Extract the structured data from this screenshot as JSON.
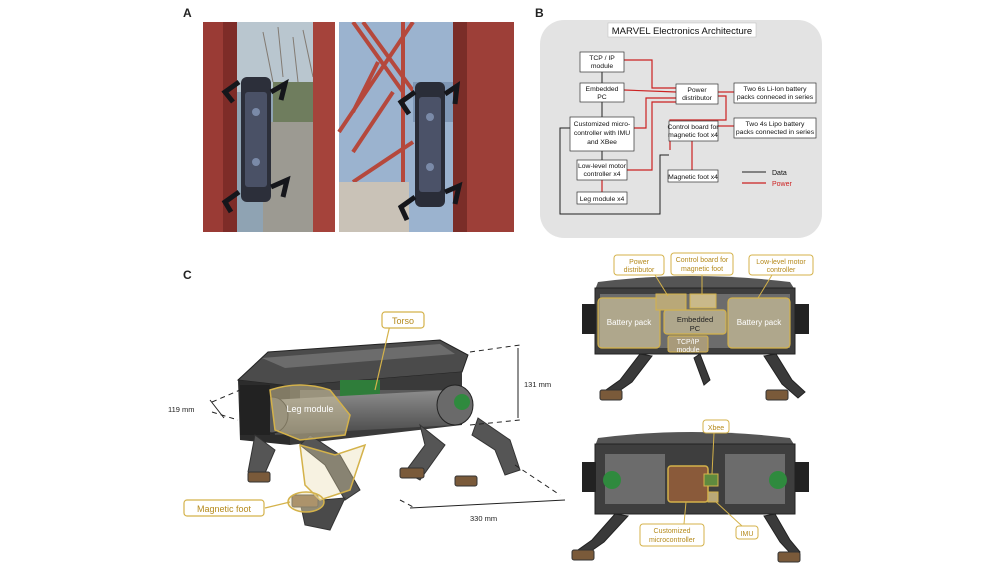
{
  "panels": {
    "a": "A",
    "b": "B",
    "c": "C"
  },
  "architecture": {
    "title": "MARVEL Electronics Architecture",
    "boxes": {
      "tcp": [
        "TCP / IP",
        "module"
      ],
      "pc": [
        "Embedded",
        "PC"
      ],
      "power": [
        "Power",
        "distributor"
      ],
      "battery1": [
        "Two 6s Li-Ion battery",
        "packs conneced in series"
      ],
      "mcu": [
        "Customized micro-",
        "controller with IMU",
        "and XBee"
      ],
      "control": [
        "Control board for",
        "magnetic foot x4"
      ],
      "battery2": [
        "Two 4s Lipo battery",
        "packs connected in series"
      ],
      "motor": [
        "Low-level motor",
        "controller x4"
      ],
      "foot": [
        "Magnetic foot x4"
      ],
      "leg": [
        "Leg module x4"
      ]
    },
    "legend": {
      "data": "Data",
      "power": "Power"
    },
    "colors": {
      "data": "#222222",
      "power": "#cc2222",
      "background": "#e3e3e3"
    }
  },
  "robot": {
    "callouts": {
      "torso": "Torso",
      "leg_module": "Leg module",
      "magnetic_foot": "Magnetic foot",
      "power_distributor": [
        "Power",
        "distributor"
      ],
      "control_board": [
        "Control board for",
        "magnetic foot"
      ],
      "low_level": [
        "Low-level motor",
        "controller"
      ],
      "battery_left": "Battery pack",
      "battery_right": "Battery pack",
      "embedded_pc": [
        "Embedded",
        "PC"
      ],
      "tcp": [
        "TCP/IP",
        "module"
      ],
      "xbee": "Xbee",
      "custom_mcu": [
        "Customized",
        "microcontroller"
      ],
      "imu": "IMU"
    },
    "dimensions": {
      "width": "119 mm",
      "height": "131 mm",
      "length": "330 mm"
    },
    "colors": {
      "callout": "#d4b24a",
      "callout_text": "#b58a1c"
    }
  }
}
